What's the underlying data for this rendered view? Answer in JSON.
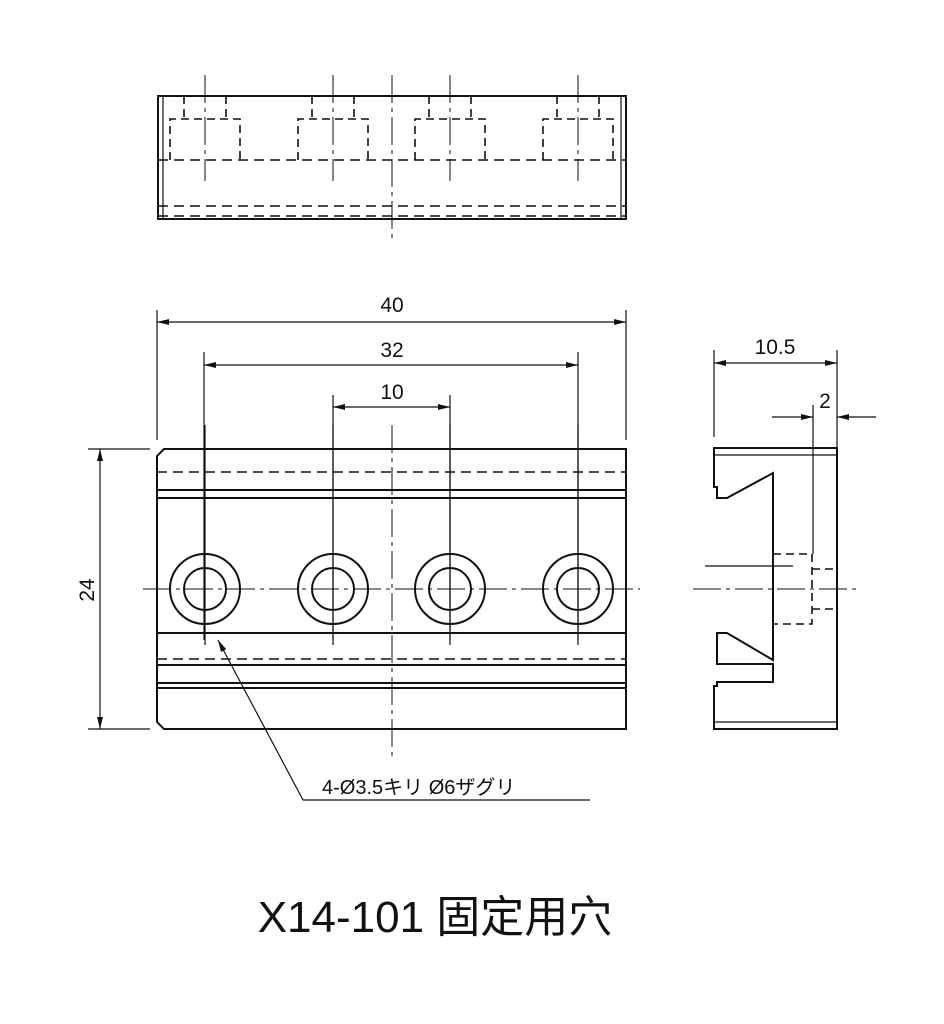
{
  "drawing": {
    "title": "X14-101 固定用穴",
    "dimensions": {
      "overall_width": "40",
      "hole_pitch_outer": "32",
      "hole_pitch_inner": "10",
      "height": "24",
      "depth": "10.5",
      "counterbore_depth": "2"
    },
    "hole_note": "4-Ø3.5キリ Ø6ザグリ",
    "line_color": "#111111"
  }
}
